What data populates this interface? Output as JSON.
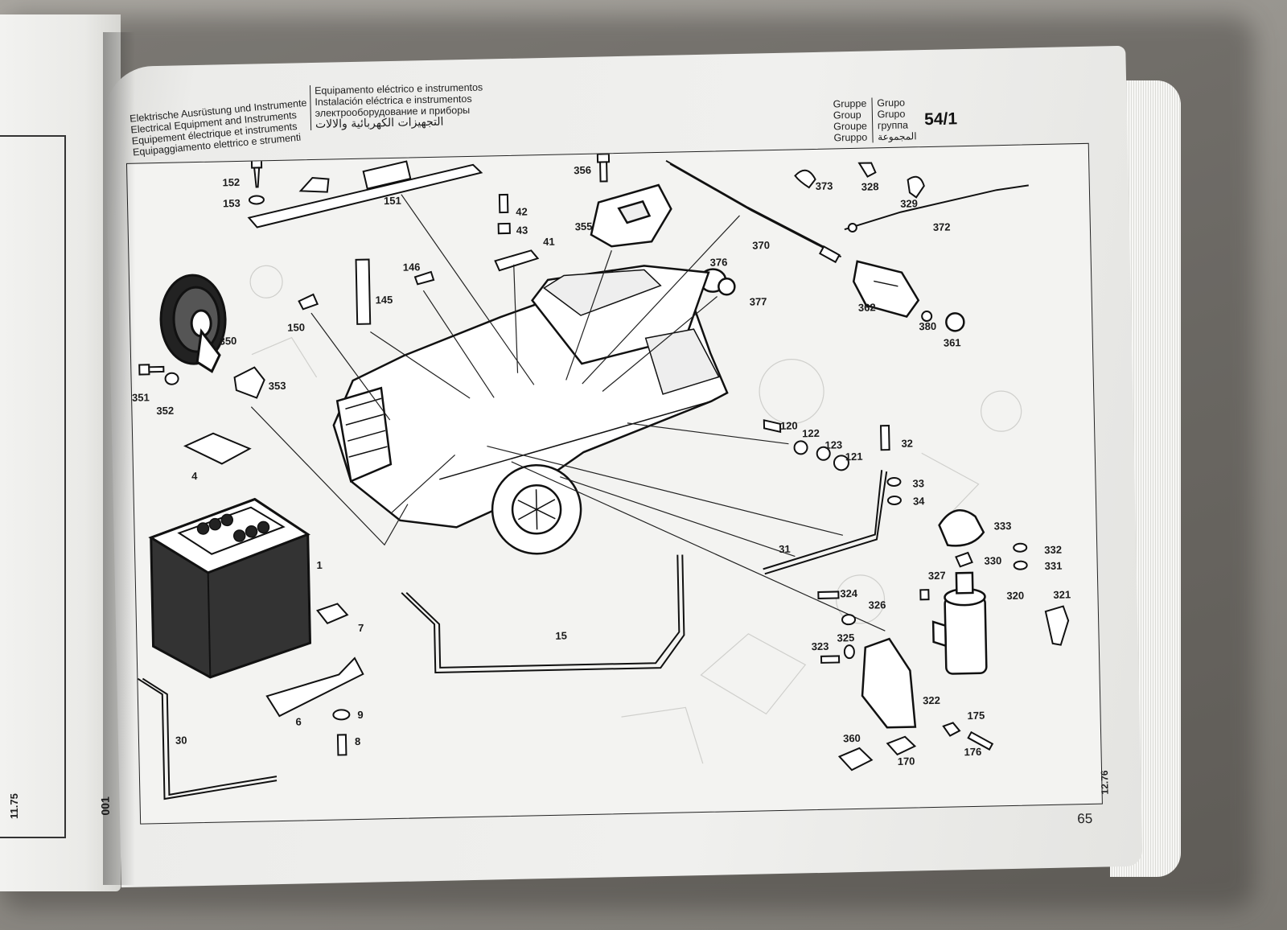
{
  "header": {
    "titles_rotated": [
      "Elektrische Ausrüstung und Instrumente",
      "Electrical Equipment and Instruments",
      "Equipement électrique et instruments",
      "Equipaggiamento elettrico e strumenti"
    ],
    "titles_straight": [
      "Equipamento eléctrico e instrumentos",
      "Instalación eléctrica e instrumentos",
      "электрооборудование и приборы",
      "التجهيزات الكهربائية والالات"
    ],
    "group_labels_left": [
      "Gruppe",
      "Group",
      "Groupe",
      "Gruppo"
    ],
    "group_labels_right": [
      "Grupo",
      "Grupo",
      "группа",
      "المجموعة"
    ],
    "group_number": "54/1"
  },
  "footer": {
    "page_number": "65",
    "date_code": "12.76",
    "side_code": "001",
    "left_page_date": "11.75"
  },
  "callouts": [
    {
      "id": "152"
    },
    {
      "id": "153"
    },
    {
      "id": "151"
    },
    {
      "id": "356"
    },
    {
      "id": "42"
    },
    {
      "id": "43"
    },
    {
      "id": "41"
    },
    {
      "id": "355"
    },
    {
      "id": "373"
    },
    {
      "id": "328"
    },
    {
      "id": "329"
    },
    {
      "id": "372"
    },
    {
      "id": "370"
    },
    {
      "id": "146"
    },
    {
      "id": "145"
    },
    {
      "id": "150"
    },
    {
      "id": "376"
    },
    {
      "id": "377"
    },
    {
      "id": "362"
    },
    {
      "id": "380"
    },
    {
      "id": "361"
    },
    {
      "id": "350"
    },
    {
      "id": "351"
    },
    {
      "id": "352"
    },
    {
      "id": "353"
    },
    {
      "id": "4"
    },
    {
      "id": "1"
    },
    {
      "id": "120"
    },
    {
      "id": "122"
    },
    {
      "id": "123"
    },
    {
      "id": "121"
    },
    {
      "id": "32"
    },
    {
      "id": "33"
    },
    {
      "id": "34"
    },
    {
      "id": "333"
    },
    {
      "id": "31"
    },
    {
      "id": "332"
    },
    {
      "id": "331"
    },
    {
      "id": "330"
    },
    {
      "id": "327"
    },
    {
      "id": "320"
    },
    {
      "id": "321"
    },
    {
      "id": "324"
    },
    {
      "id": "326"
    },
    {
      "id": "325"
    },
    {
      "id": "323"
    },
    {
      "id": "322"
    },
    {
      "id": "15"
    },
    {
      "id": "7"
    },
    {
      "id": "6"
    },
    {
      "id": "9"
    },
    {
      "id": "8"
    },
    {
      "id": "30"
    },
    {
      "id": "175"
    },
    {
      "id": "176"
    },
    {
      "id": "360"
    },
    {
      "id": "170"
    }
  ]
}
